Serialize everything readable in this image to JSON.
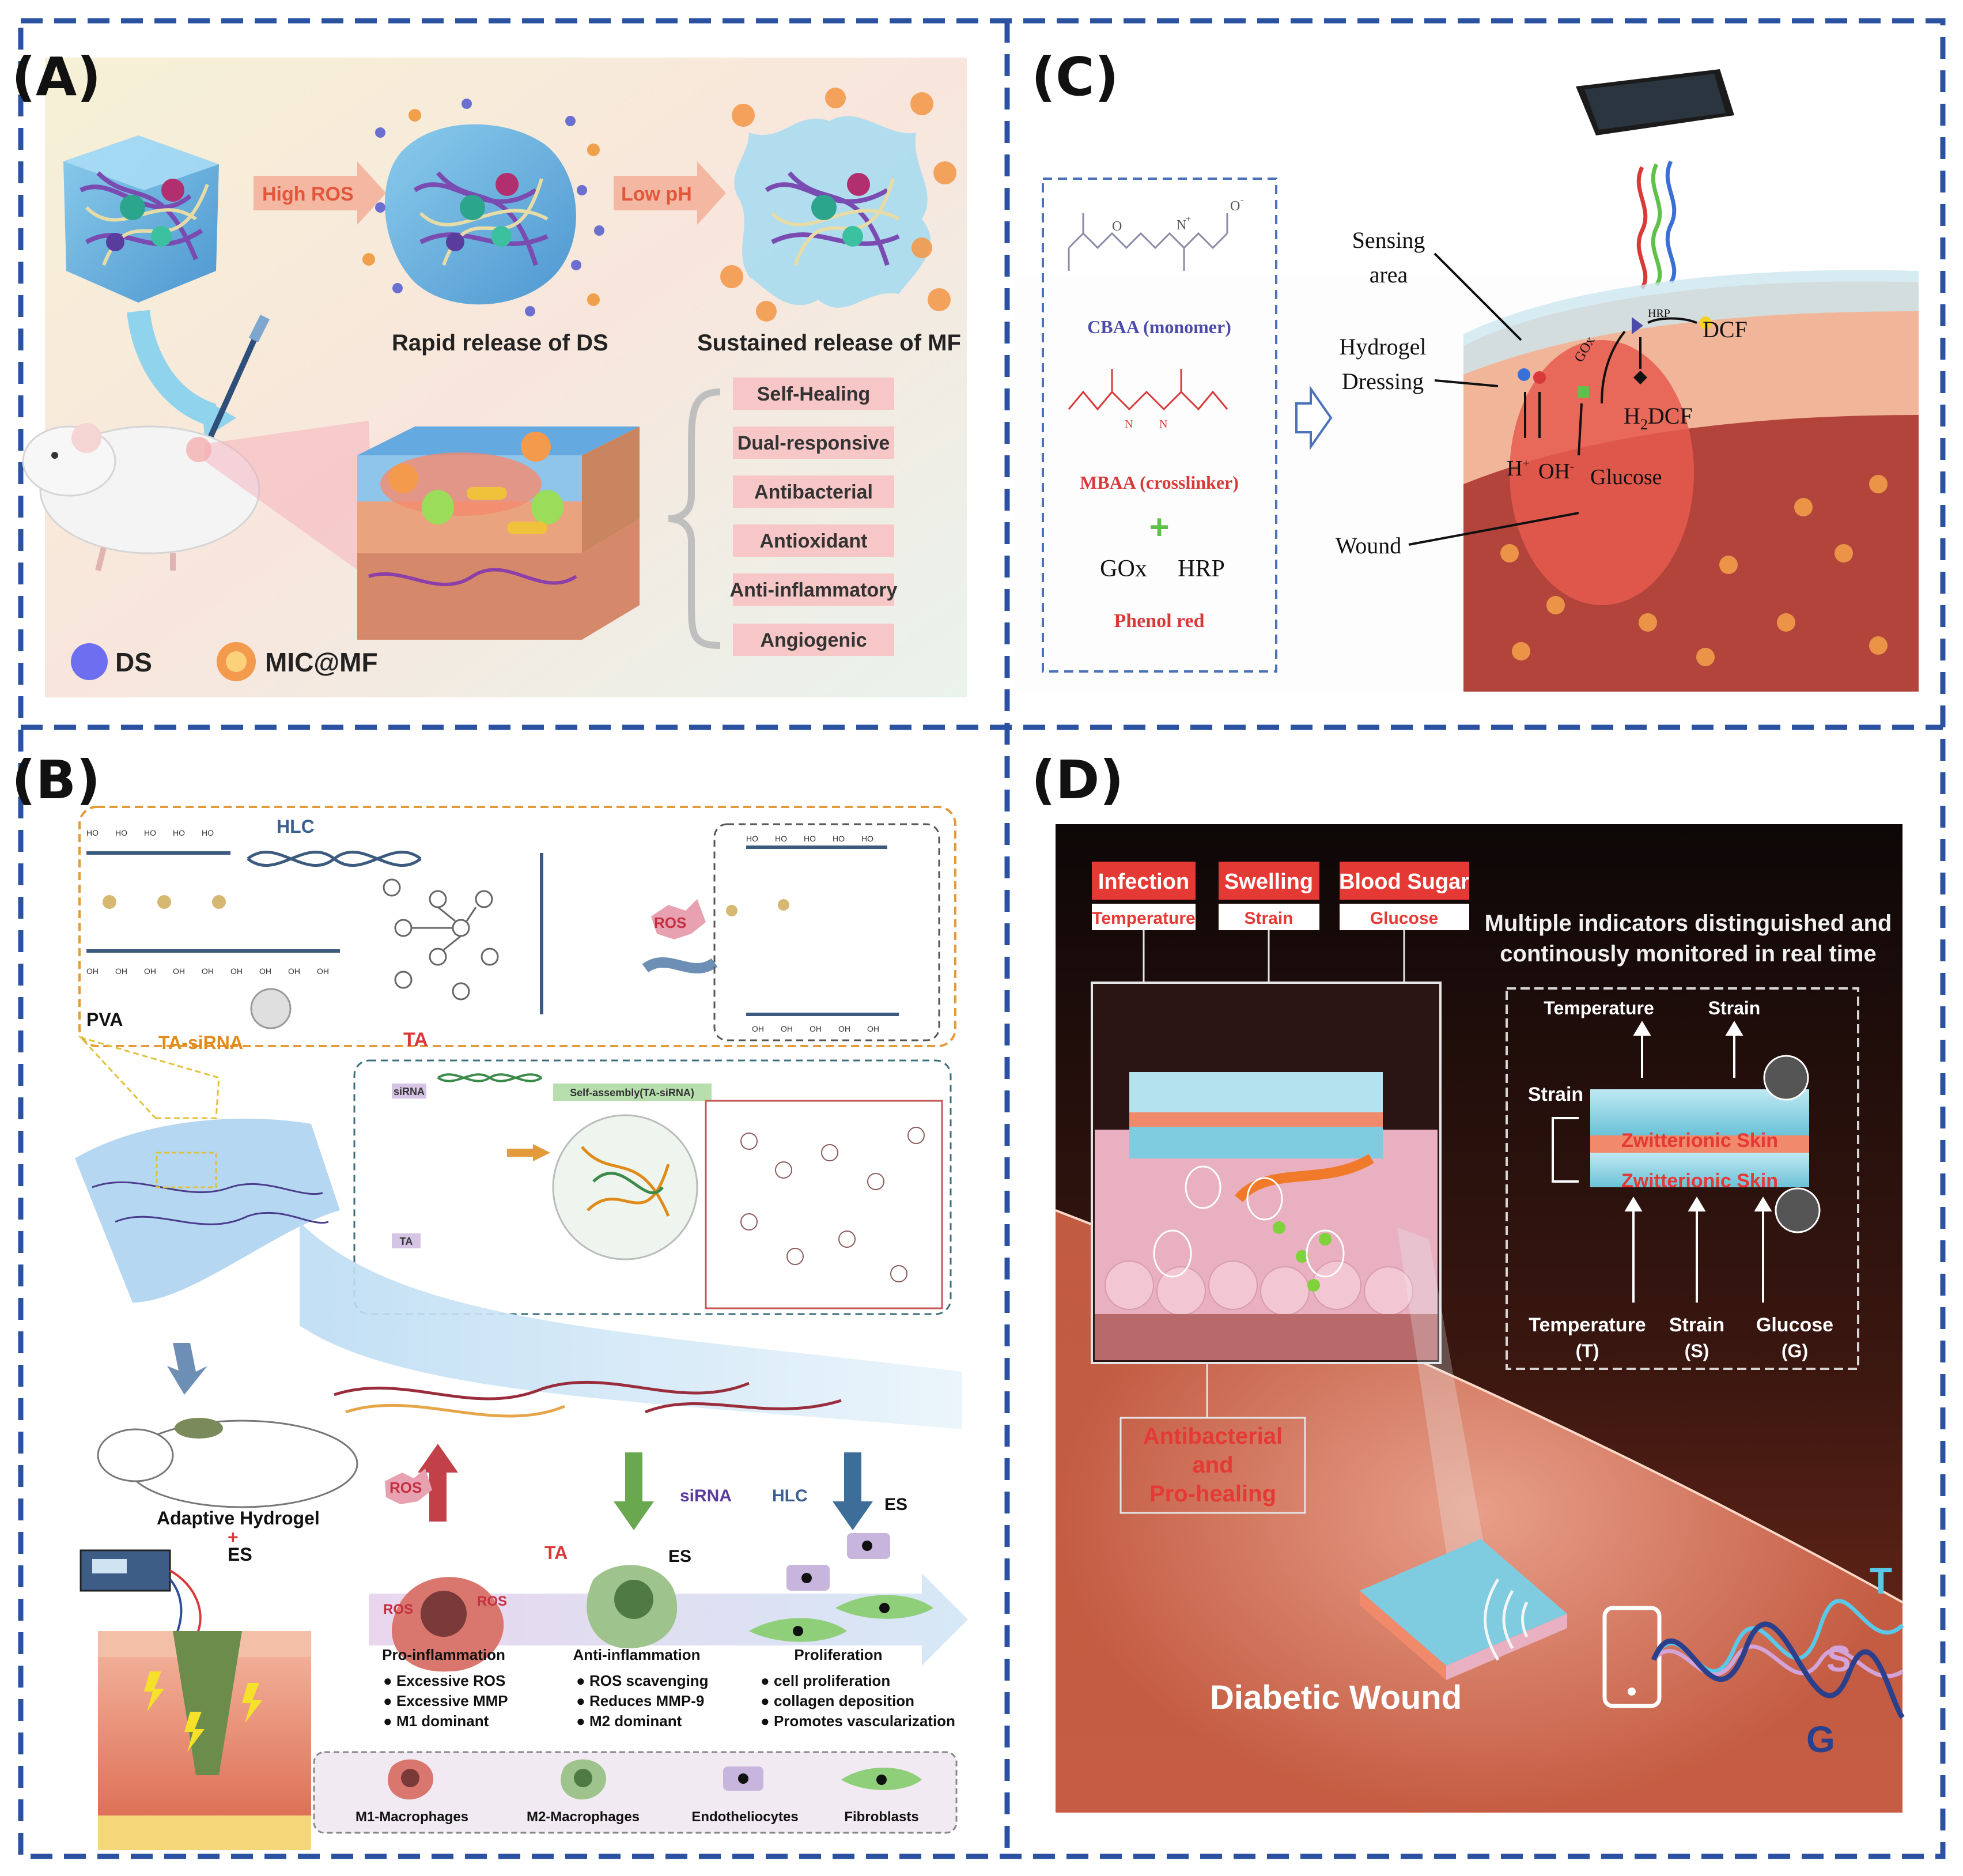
{
  "panels": {
    "A": {
      "label": "(A)",
      "arrow1": "High ROS",
      "arrow2": "Low pH",
      "caption1": "Rapid release of DS",
      "caption2": "Sustained release of MF",
      "properties": [
        "Self-Healing",
        "Dual-responsive",
        "Antibacterial",
        "Antioxidant",
        "Anti-inflammatory",
        "Angiogenic"
      ],
      "legend": [
        "DS",
        "MIC@MF"
      ]
    },
    "B": {
      "label": "(B)",
      "hlc": "HLC",
      "pva": "PVA",
      "ta_sirna": "TA-siRNA",
      "ta": "TA",
      "ros": "ROS",
      "sirna_box": "siRNA",
      "self_assembly": "Self-assembly(TA-siRNA)",
      "ta_box": "TA",
      "adaptive": "Adaptive Hydrogel",
      "plus": "+",
      "es": "ES",
      "ros2": "ROS",
      "ros3": "ROS",
      "ros4": "ROS",
      "ta2": "TA",
      "sirna2": "siRNA",
      "hlc2": "HLC",
      "es2": "ES",
      "es3": "ES",
      "stages": [
        {
          "title": "Pro-inflammation",
          "items": [
            "Excessive ROS",
            "Excessive MMP",
            "M1 dominant"
          ]
        },
        {
          "title": "Anti-inflammation",
          "items": [
            "ROS scavenging",
            "Reduces MMP-9",
            "M2 dominant"
          ]
        },
        {
          "title": "Proliferation",
          "items": [
            "cell proliferation",
            "collagen deposition",
            "Promotes vascularization"
          ]
        }
      ],
      "legend": [
        "M1-Macrophages",
        "M2-Macrophages",
        "Endotheliocytes",
        "Fibroblasts"
      ],
      "ho": "HO",
      "oh": "OH",
      "o": "O"
    },
    "C": {
      "label": "(C)",
      "monomer": "CBAA (monomer)",
      "crosslinker": "MBAA (crosslinker)",
      "gox": "GOx",
      "hrp": "HRP",
      "phenol": "Phenol red",
      "sensing": [
        "Sensing",
        "area"
      ],
      "hydrogel": [
        "Hydrogel",
        "Dressing"
      ],
      "wound": "Wound",
      "dcf": "DCF",
      "h2dcf": "H",
      "h2dcf_sub": "2",
      "h2dcf_end": "DCF",
      "hrp_small": "HRP",
      "gox_small": "GOx",
      "h_plus": "H",
      "h_sup": "+",
      "oh_minus": "OH",
      "oh_sup": "-",
      "glucose": "Glucose",
      "n_plus": "N",
      "n_sup": "+",
      "o_minus": "O",
      "o_sup": "-",
      "nh": "N",
      "h": "H",
      "o": "O"
    },
    "D": {
      "label": "(D)",
      "tags": [
        {
          "title": "Infection",
          "sub": "Temperature"
        },
        {
          "title": "Swelling",
          "sub": "Strain"
        },
        {
          "title": "Blood Sugar",
          "sub": "Glucose"
        }
      ],
      "headline": [
        "Multiple indicators distinguished and",
        "continously monitored in real time"
      ],
      "top_labels": [
        "Temperature",
        "Strain"
      ],
      "strain_side": "Strain",
      "skin": "Zwitterionic Skin",
      "bottom_labels": [
        {
          "name": "Temperature",
          "abbr": "(T)"
        },
        {
          "name": "Strain",
          "abbr": "(S)"
        },
        {
          "name": "Glucose",
          "abbr": "(G)"
        }
      ],
      "antibacterial": [
        "Antibacterial",
        "and",
        "Pro-healing"
      ],
      "wound": "Diabetic Wound",
      "signals": [
        "T",
        "S",
        "G"
      ]
    }
  },
  "colors": {
    "border": "#2a52a0",
    "prop_box": "#f7c6c6",
    "red": "#e53935",
    "dark": "#1a1a1a"
  }
}
